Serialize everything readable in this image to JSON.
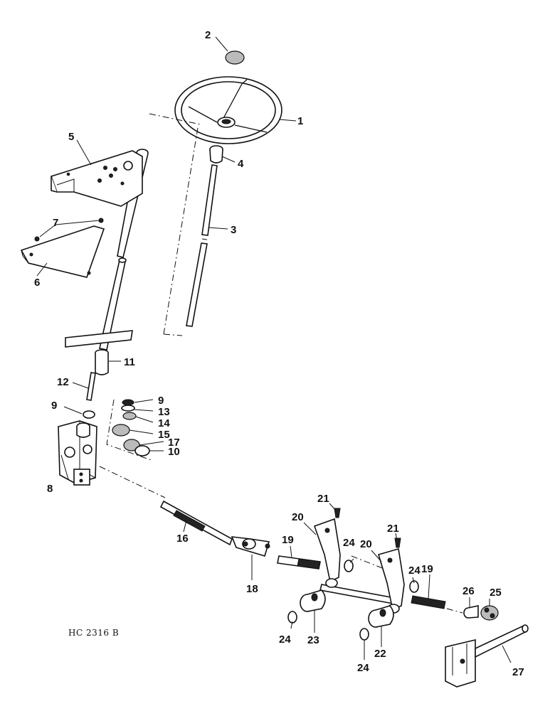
{
  "figure_code": "HC 2316 B",
  "callouts": [
    "1",
    "2",
    "3",
    "4",
    "5",
    "6",
    "7",
    "8",
    "9",
    "9",
    "10",
    "11",
    "12",
    "13",
    "14",
    "15",
    "16",
    "17",
    "18",
    "19",
    "19",
    "20",
    "20",
    "21",
    "21",
    "22",
    "23",
    "24",
    "24",
    "24",
    "24",
    "25",
    "26",
    "27"
  ]
}
